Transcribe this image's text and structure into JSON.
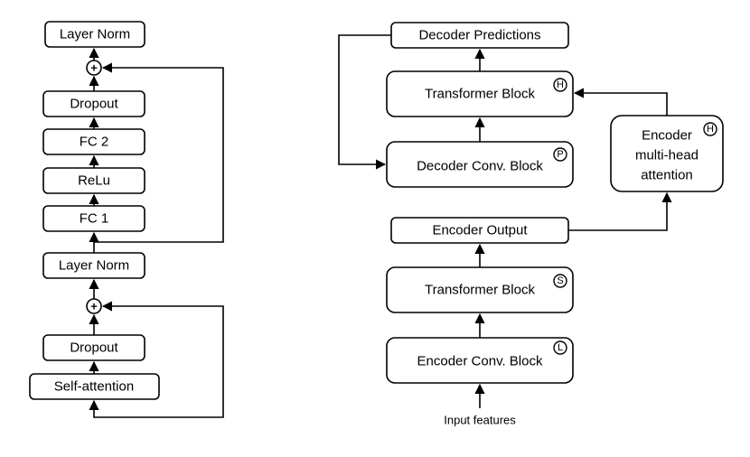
{
  "left": {
    "layer_norm_top": "Layer Norm",
    "dropout_top": "Dropout",
    "fc2": "FC 2",
    "relu": "ReLu",
    "fc1": "FC 1",
    "layer_norm_mid": "Layer Norm",
    "dropout_bottom": "Dropout",
    "self_attention": "Self-attention",
    "add_top": "+",
    "add_bottom": "+"
  },
  "right": {
    "decoder_predictions": "Decoder Predictions",
    "transformer_block_dec": "Transformer Block",
    "transformer_block_dec_badge": "H",
    "decoder_conv_block": "Decoder Conv. Block",
    "decoder_conv_block_badge": "P",
    "encoder_mha_line1": "Encoder",
    "encoder_mha_line2": "multi-head",
    "encoder_mha_line3": "attention",
    "encoder_mha_badge": "H",
    "encoder_output": "Encoder Output",
    "transformer_block_enc": "Transformer Block",
    "transformer_block_enc_badge": "S",
    "encoder_conv_block": "Encoder Conv. Block",
    "encoder_conv_block_badge": "L",
    "input_features": "Input features"
  }
}
